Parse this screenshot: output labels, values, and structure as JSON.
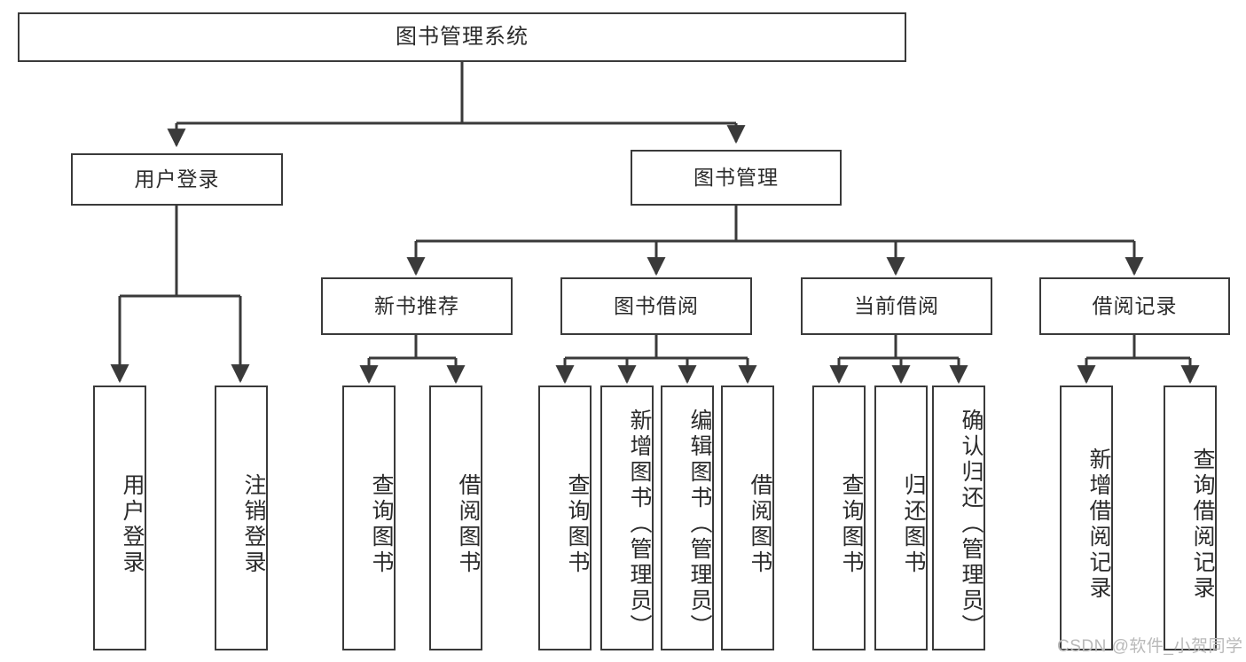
{
  "diagram": {
    "title": "图书管理系统",
    "type": "tree",
    "levels": {
      "root": {
        "label": "图书管理系统"
      },
      "level2": [
        {
          "label": "用户登录"
        },
        {
          "label": "图书管理"
        }
      ],
      "level3": [
        {
          "label": "新书推荐"
        },
        {
          "label": "图书借阅"
        },
        {
          "label": "当前借阅"
        },
        {
          "label": "借阅记录"
        }
      ],
      "leaves": {
        "user_login": [
          {
            "label": "用户登录"
          },
          {
            "label": "注销登录"
          }
        ],
        "new_book_recommend": [
          {
            "label": "查询图书"
          },
          {
            "label": "借阅图书"
          }
        ],
        "book_borrow": [
          {
            "label": "查询图书"
          },
          {
            "label": "新增图书（管理员）"
          },
          {
            "label": "编辑图书（管理员）"
          },
          {
            "label": "借阅图书"
          }
        ],
        "current_borrow": [
          {
            "label": "查询图书"
          },
          {
            "label": "归还图书"
          },
          {
            "label": "确认归还（管理员）"
          }
        ],
        "borrow_record": [
          {
            "label": "新增借阅记录"
          },
          {
            "label": "查询借阅记录"
          }
        ]
      }
    },
    "watermark": "CSDN @软件_小贺同学",
    "colors": {
      "stroke": "#3a3a3a",
      "text": "#2b2b2b",
      "background": "#ffffff",
      "watermark": "#b9b9b9"
    }
  }
}
